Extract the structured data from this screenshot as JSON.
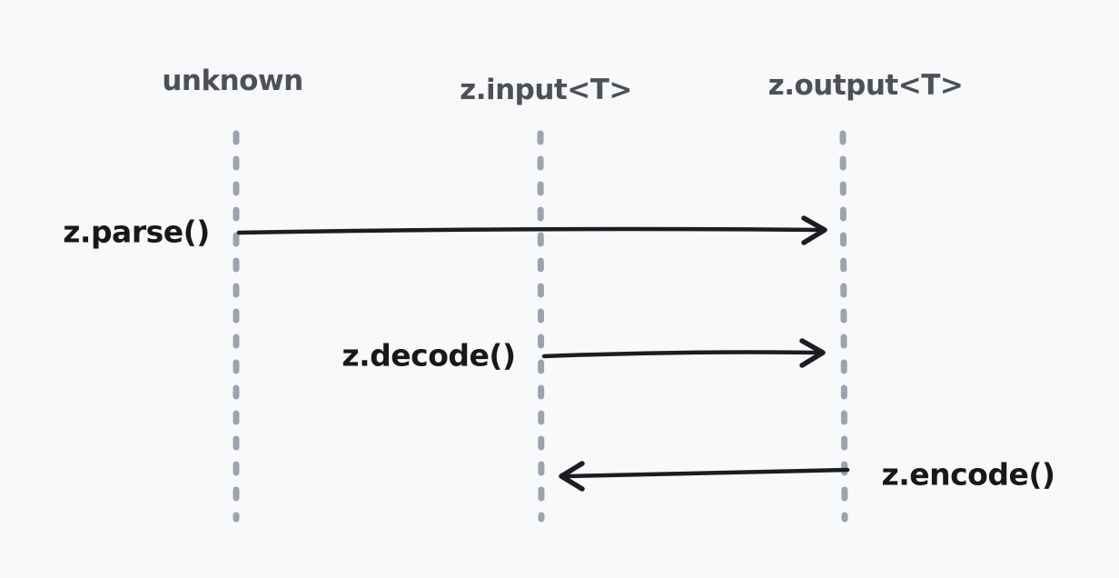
{
  "diagram": {
    "type": "sequence",
    "lifelines": [
      {
        "label": "unknown"
      },
      {
        "label": "z.input<T>"
      },
      {
        "label": "z.output<T>"
      }
    ],
    "messages": [
      {
        "label": "z.parse()",
        "from": "unknown",
        "to": "z.output<T>",
        "direction": "right"
      },
      {
        "label": "z.decode()",
        "from": "z.input<T>",
        "to": "z.output<T>",
        "direction": "right"
      },
      {
        "label": "z.encode()",
        "from": "z.output<T>",
        "to": "z.input<T>",
        "direction": "left"
      }
    ],
    "colors": {
      "background": "#f8f9fb",
      "lifeline": "#9da3ad",
      "arrow": "#1b1d20",
      "heading": "#4d5156",
      "label": "#17181a"
    }
  }
}
